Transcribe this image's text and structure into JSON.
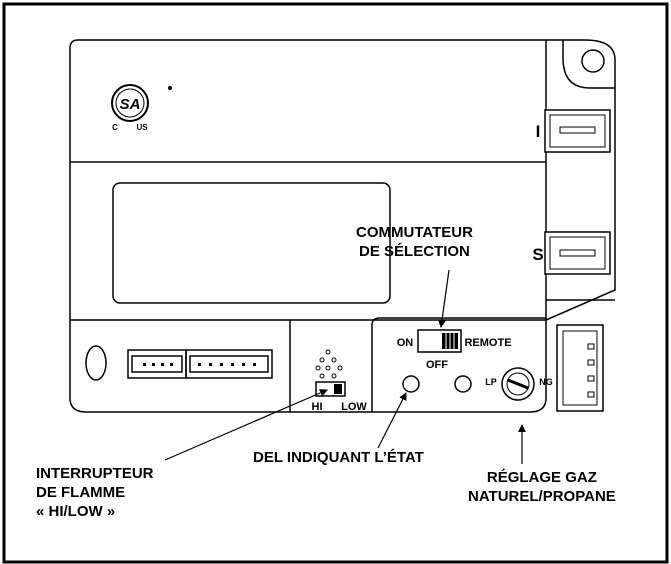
{
  "certification": {
    "mark": "csa-certification-mark",
    "left": "C",
    "right": "US"
  },
  "terminals": {
    "top": "I",
    "bottom": "S"
  },
  "selector_switch": {
    "on": "ON",
    "remote": "REMOTE",
    "off": "OFF"
  },
  "flame_switch": {
    "hi": "HI",
    "low": "LOW"
  },
  "gas_adjust": {
    "lp": "LP",
    "ng": "NG"
  },
  "callouts": {
    "selector": [
      "COMMUTATEUR",
      "DE SÉLECTION"
    ],
    "flame": [
      "INTERRUPTEUR",
      "DE FLAMME",
      "« HI/LOW »"
    ],
    "status_led": "DEL INDIQUANT L’ÉTAT",
    "gas": [
      "RÉGLAGE GAZ",
      "NATUREL/PROPANE"
    ]
  }
}
